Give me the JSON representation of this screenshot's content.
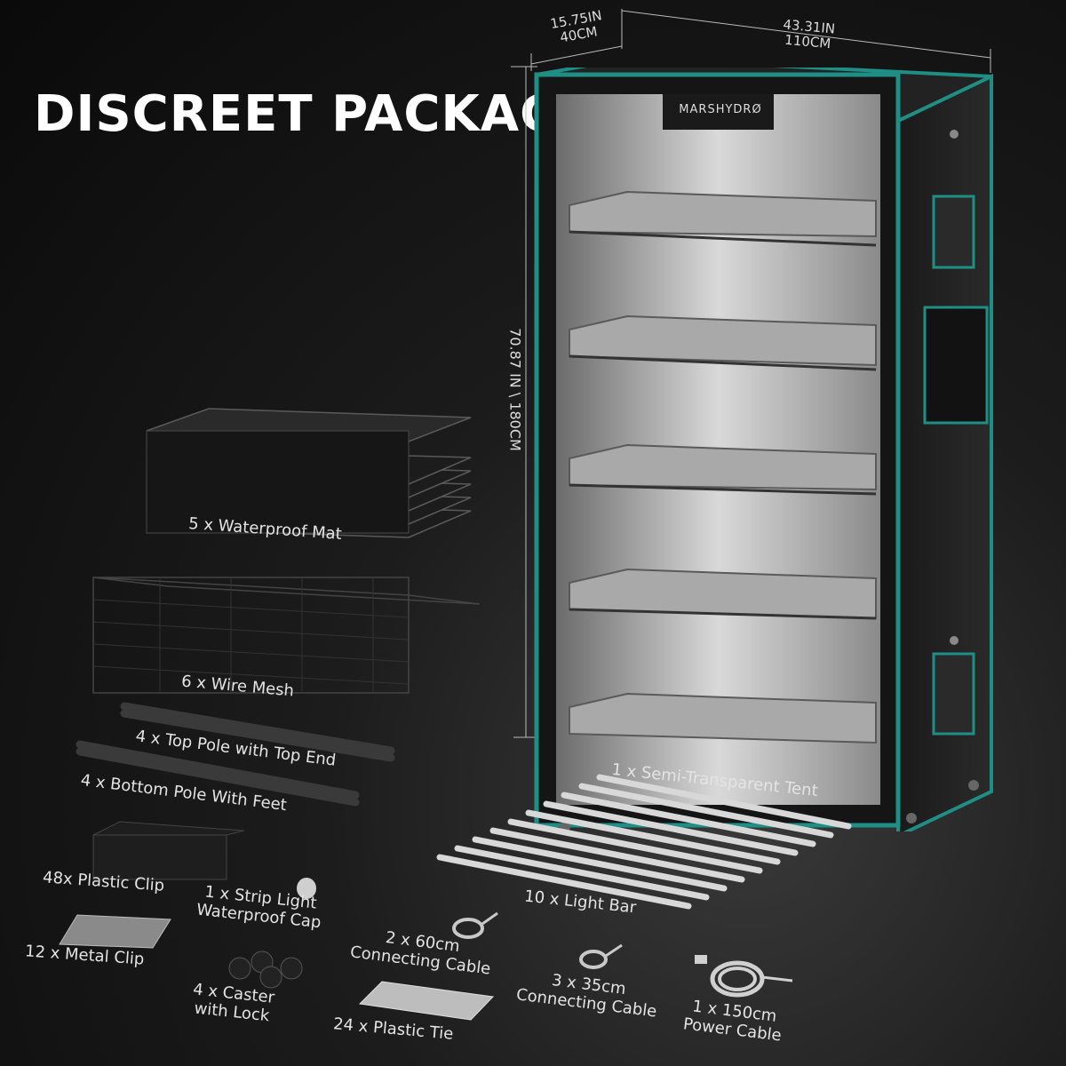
{
  "headline": "DISCREET PACKAGE",
  "brand": "MARSHYDRØ",
  "dimensions": {
    "depth_in": "15.75IN",
    "depth_cm": "40CM",
    "width_in": "43.31IN",
    "width_cm": "110CM",
    "height": "70.87 IN \\ 180CM"
  },
  "items": {
    "waterproof_mat": "5 x Waterproof Mat",
    "wire_mesh": "6 x Wire Mesh",
    "top_pole": "4 x Top Pole with Top End",
    "bottom_pole": "4 x Bottom Pole With Feet",
    "tent": "1 x Semi-Transparent Tent",
    "plastic_clip": "48x Plastic Clip",
    "cap_line1": "1 x Strip Light",
    "cap_line2": "Waterproof Cap",
    "light_bar": "10 x Light Bar",
    "cable60_line1": "2 x 60cm",
    "cable60_line2": "Connecting Cable",
    "metal_clip": "12 x Metal Clip",
    "caster_line1": "4 x Caster",
    "caster_line2": "with Lock",
    "plastic_tie": "24 x Plastic Tie",
    "cable35_line1": "3 x 35cm",
    "cable35_line2": "Connecting Cable",
    "power_line1": "1 x 150cm",
    "power_line2": "Power Cable"
  },
  "colors": {
    "tent_trim": "#1f8f86",
    "background": "#111111",
    "shelf": "#c8c8c8"
  }
}
